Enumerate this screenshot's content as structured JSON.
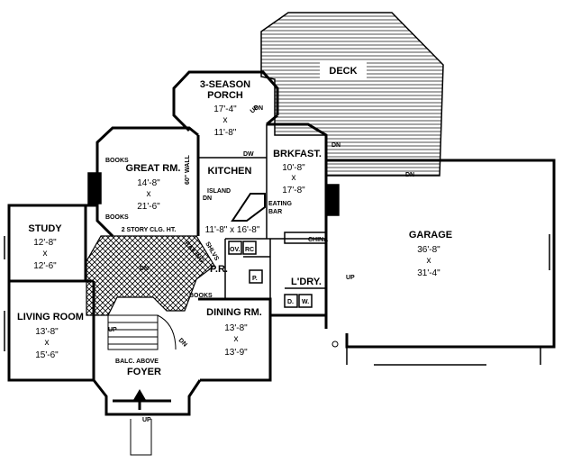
{
  "rooms": {
    "deck": {
      "name": "DECK"
    },
    "porch": {
      "name_1": "3-SEASON",
      "name_2": "PORCH",
      "dim_1": "17'-4\"",
      "x": "x",
      "dim_2": "11'-8\""
    },
    "brkfast": {
      "name": "BRKFAST.",
      "dim_1": "10'-8\"",
      "x": "x",
      "dim_2": "17'-8\""
    },
    "great_rm": {
      "name": "GREAT RM.",
      "dim_1": "14'-8\"",
      "x": "x",
      "dim_2": "21'-6\""
    },
    "kitchen": {
      "name": "KITCHEN",
      "dim": "11'-8\" x 16'-8\""
    },
    "study": {
      "name": "STUDY",
      "dim_1": "12'-8\"",
      "x": "x",
      "dim_2": "12'-6\""
    },
    "living_room": {
      "name": "LIVING ROOM",
      "dim_1": "13'-8\"",
      "x": "x",
      "dim_2": "15'-6\""
    },
    "dining_rm": {
      "name": "DINING RM.",
      "dim_1": "13'-8\"",
      "x": "x",
      "dim_2": "13'-9\""
    },
    "foyer": {
      "name": "FOYER",
      "note": "BALC. ABOVE"
    },
    "garage": {
      "name": "GARAGE",
      "dim_1": "36'-8\"",
      "x": "x",
      "dim_2": "31'-4\""
    },
    "laundry": {
      "name": "L'DRY."
    },
    "powder": {
      "name": "P.R."
    }
  },
  "annotations": {
    "books_1": "BOOKS",
    "books_2": "BOOKS",
    "books_3": "BOOKS",
    "clg": "2 STORY CLG. HT.",
    "wall_60": "60\" WALL",
    "island": "ISLAND",
    "eating_1": "EATING",
    "eating_2": "BAR",
    "railing": "RAILING",
    "shelves": "SHLVS",
    "china": "CHINA",
    "ov": "OV.",
    "rc": "RC",
    "dw": "DW",
    "d": "D.",
    "w": "W.",
    "p": "P.",
    "up_1": "UP",
    "up_2": "UP",
    "up_3": "UP",
    "up_4": "UP",
    "dn_1": "DN",
    "dn_2": "DN",
    "dn_3": "DN",
    "dn_4": "DN",
    "dn_5": "DN",
    "dn_6": "DN"
  }
}
